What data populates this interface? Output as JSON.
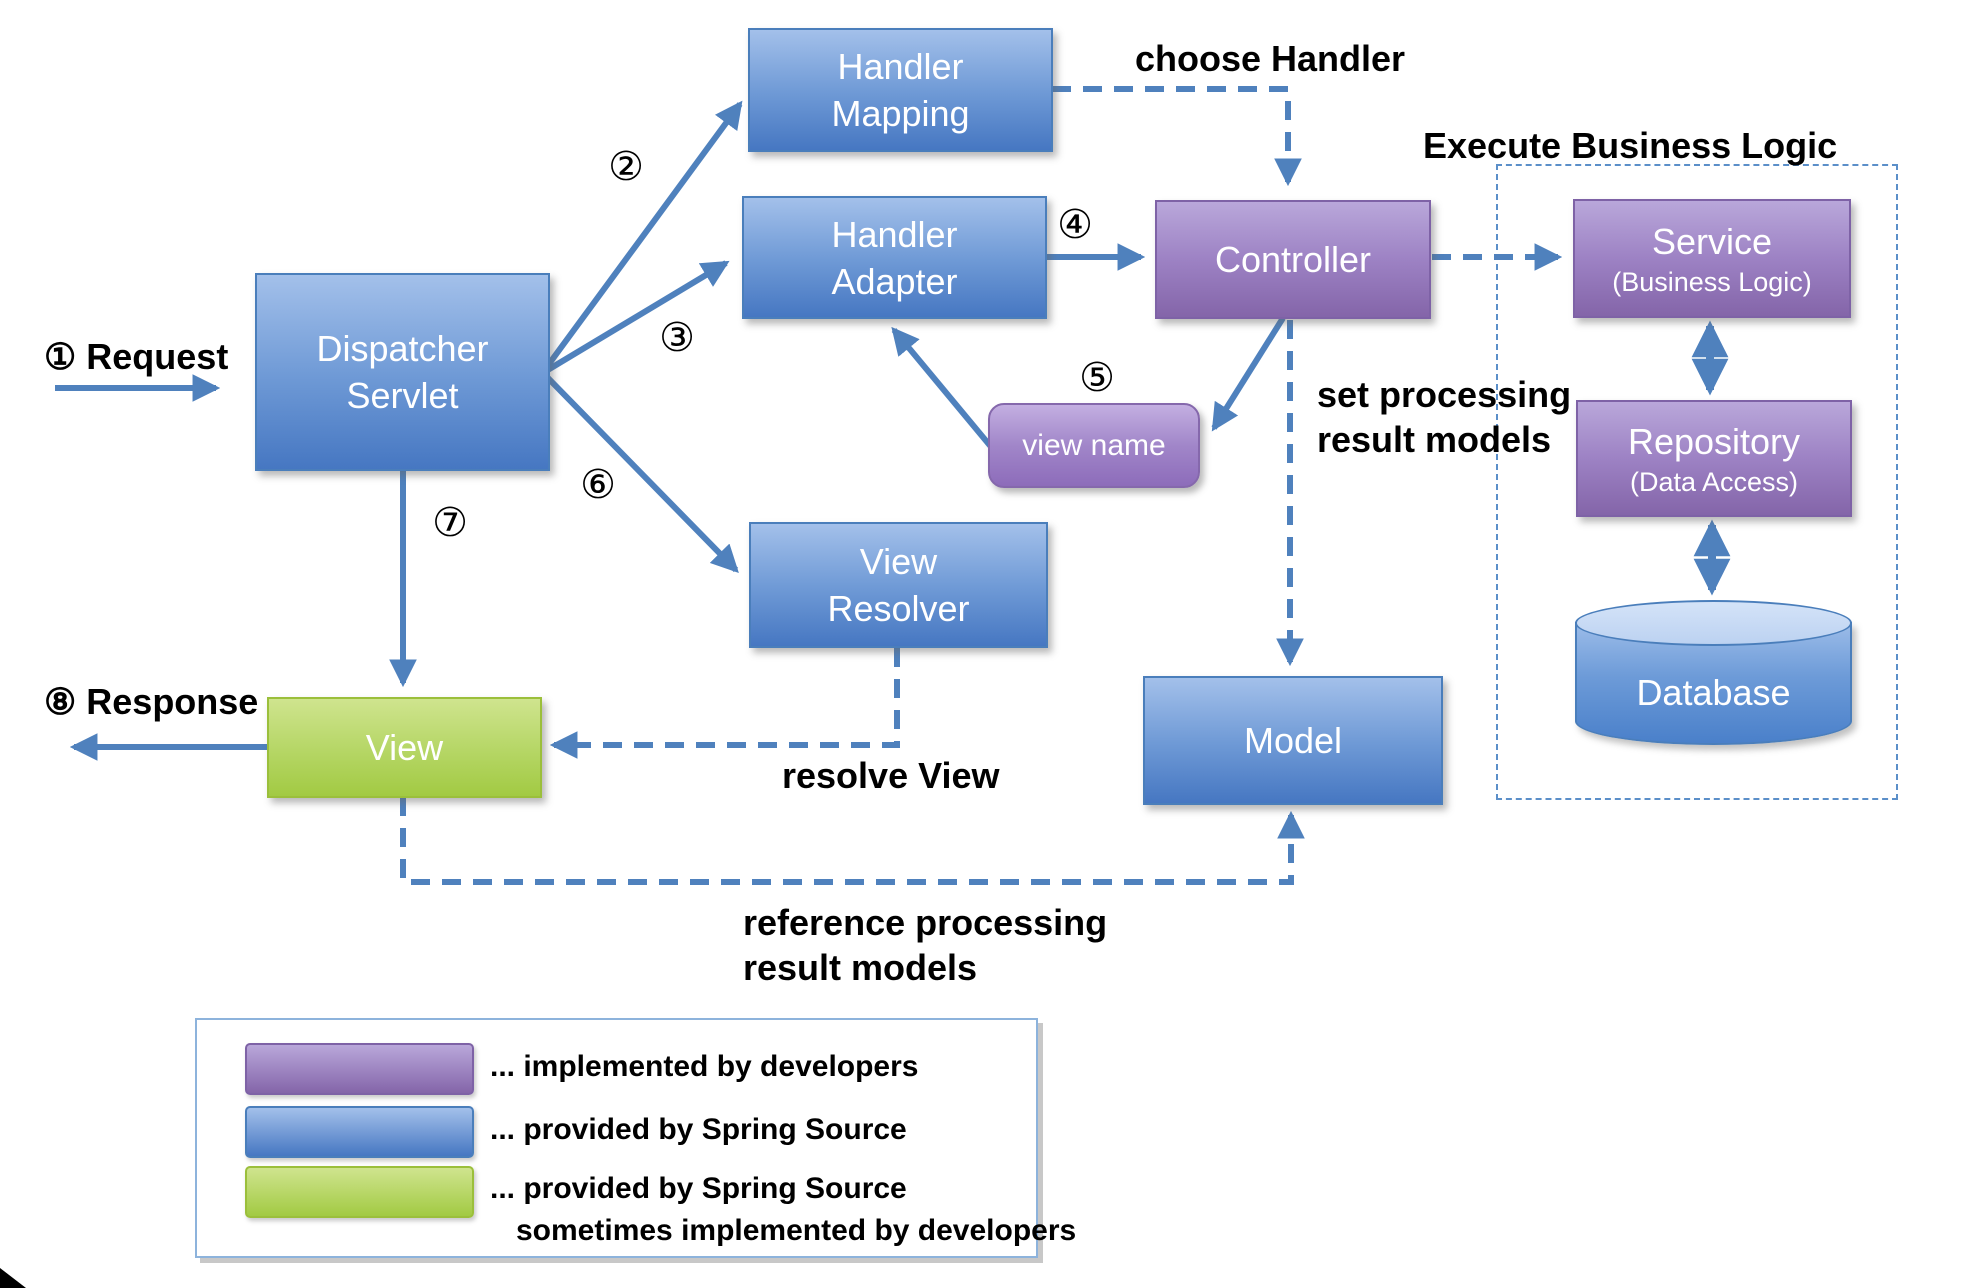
{
  "diagram": {
    "title": "Spring MVC request processing flow",
    "nodes": {
      "dispatcher_servlet": {
        "label_line1": "Dispatcher",
        "label_line2": "Servlet"
      },
      "handler_mapping": {
        "label_line1": "Handler",
        "label_line2": "Mapping"
      },
      "handler_adapter": {
        "label_line1": "Handler",
        "label_line2": "Adapter"
      },
      "controller": {
        "label": "Controller"
      },
      "view_name": {
        "label": "view name"
      },
      "view_resolver": {
        "label_line1": "View",
        "label_line2": "Resolver"
      },
      "view": {
        "label": "View"
      },
      "model": {
        "label": "Model"
      },
      "service": {
        "label": "Service",
        "sublabel": "(Business Logic)"
      },
      "repository": {
        "label": "Repository",
        "sublabel": "(Data Access)"
      },
      "database": {
        "label": "Database"
      }
    },
    "annotations": {
      "request": "① Request",
      "response": "⑧ Response",
      "choose_handler": "choose Handler",
      "execute_business_logic": "Execute Business Logic",
      "set_processing_line1": "set processing",
      "set_processing_line2": "result models",
      "resolve_view": "resolve View",
      "reference_processing_line1": "reference processing",
      "reference_processing_line2": "result models",
      "step2": "②",
      "step3": "③",
      "step4": "④",
      "step5": "⑤",
      "step6": "⑥",
      "step7": "⑦"
    },
    "legend": {
      "items": [
        {
          "color_name": "purple",
          "text": "... implemented by developers"
        },
        {
          "color_name": "blue",
          "text": "... provided by Spring Source"
        },
        {
          "color_name": "green",
          "text": "... provided by Spring Source",
          "text_line2": "sometimes implemented by developers"
        }
      ]
    },
    "colors": {
      "spring_blue": "#4677c2",
      "developer_purple": "#8465a9",
      "view_green": "#a2ca43",
      "arrow_blue": "#4f81bd",
      "dashed_border_blue": "#5b8fc9",
      "text_black": "#000000"
    }
  }
}
